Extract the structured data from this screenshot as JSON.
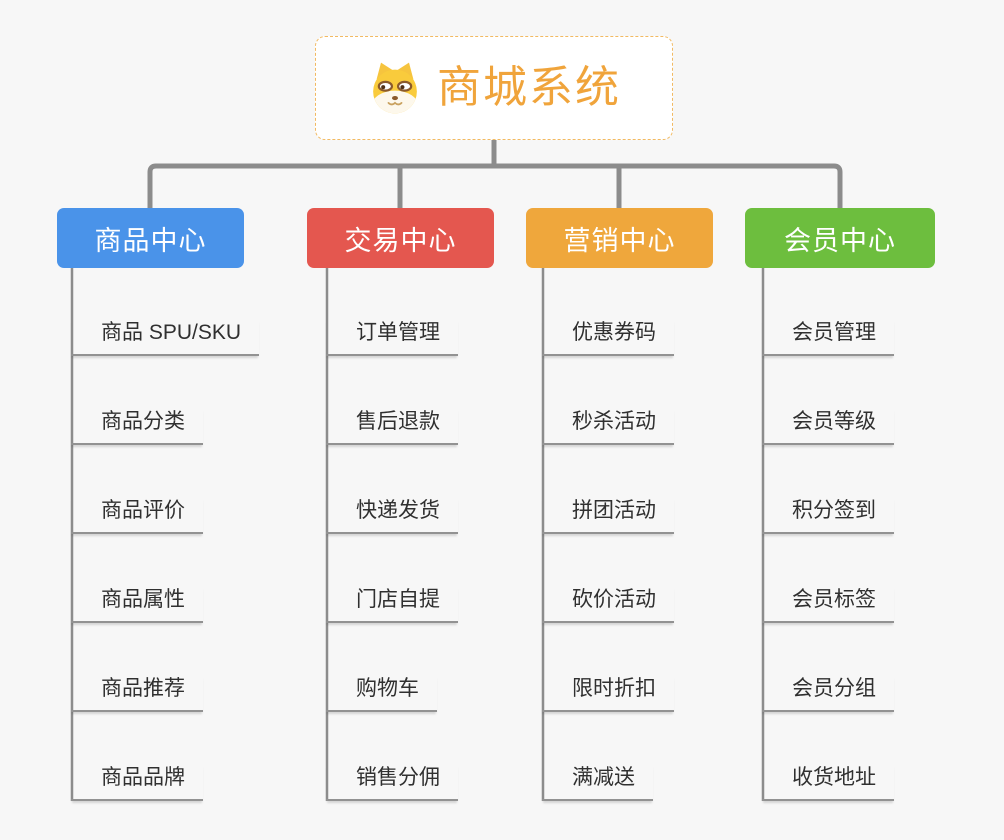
{
  "root": {
    "title": "商城系统",
    "icon": "shiba-dog-icon",
    "title_color": "#f0a43b",
    "border_color": "#f2ba62",
    "background": "#ffffff"
  },
  "connector_color": "#8c8c8c",
  "underline_color": "#929292",
  "page_background": "#f7f7f7",
  "branches": [
    {
      "label": "商品中心",
      "color": "#4a93e9",
      "items": [
        "商品 SPU/SKU",
        "商品分类",
        "商品评价",
        "商品属性",
        "商品推荐",
        "商品品牌"
      ]
    },
    {
      "label": "交易中心",
      "color": "#e4574f",
      "items": [
        "订单管理",
        "售后退款",
        "快递发货",
        "门店自提",
        "购物车",
        "销售分佣"
      ]
    },
    {
      "label": "营销中心",
      "color": "#efa73c",
      "items": [
        "优惠券码",
        "秒杀活动",
        "拼团活动",
        "砍价活动",
        "限时折扣",
        "满减送"
      ]
    },
    {
      "label": "会员中心",
      "color": "#6dbe3e",
      "items": [
        "会员管理",
        "会员等级",
        "积分签到",
        "会员标签",
        "会员分组",
        "收货地址"
      ]
    }
  ]
}
